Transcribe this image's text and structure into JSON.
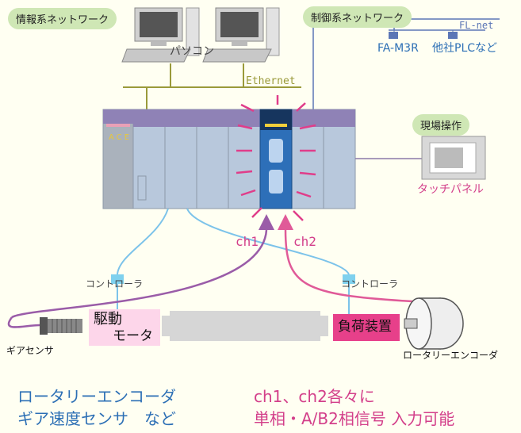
{
  "labels": {
    "info_network": "情報系ネットワーク",
    "control_network": "制御系ネットワーク",
    "pc": "パソコン",
    "ethernet": "Ethernet",
    "flnet": "FL-net",
    "fa_m3r": "FA-M3R",
    "other_plc": "他社PLCなど",
    "field_operation": "現場操作",
    "touch_panel": "タッチパネル",
    "ace": "ACE",
    "ch1": "ch1",
    "ch2": "ch2",
    "controller_left": "コントローラ",
    "controller_right": "コントローラ",
    "drive_motor_1": "駆動",
    "drive_motor_2": "モータ",
    "load_device": "負荷装置",
    "gear_sensor": "ギアセンサ",
    "rotary_encoder": "ロータリーエンコーダ"
  },
  "footer": {
    "left_line1": "ロータリーエンコーダ",
    "left_line2": "ギア速度センサ　など",
    "right_line1": "ch1、ch2各々に",
    "right_line2": "単相・A/B2相信号 入力可能"
  },
  "colors": {
    "blue_text": "#2c6fb5",
    "pink_text": "#d33f8a",
    "pill_green": "#cfe7b5",
    "module_body": "#b8c8dc",
    "module_top": "#8f82b6",
    "highlight_module": "#2d6fb8"
  }
}
